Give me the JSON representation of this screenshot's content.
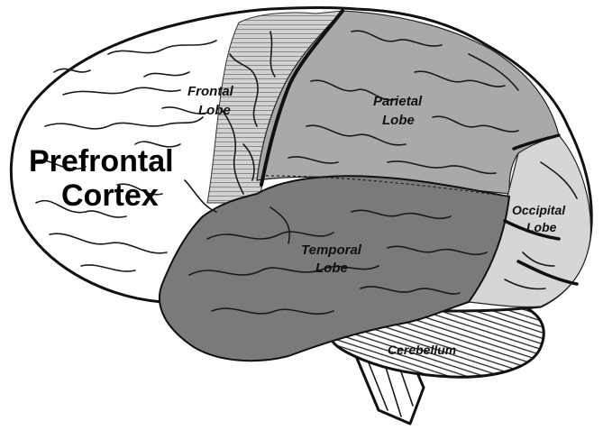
{
  "labels": {
    "prefrontal_line1": "Prefrontal",
    "prefrontal_line2": "Cortex",
    "frontal_line1": "Frontal",
    "frontal_line2": "Lobe",
    "parietal_line1": "Parietal",
    "parietal_line2": "Lobe",
    "occipital_line1": "Occipital",
    "occipital_line2": "Lobe",
    "temporal_line1": "Temporal",
    "temporal_line2": "Lobe",
    "cerebellum": "Cerebellum"
  },
  "colors": {
    "prefrontal": "#ffffff",
    "frontal_hatch": "#cfcfcf",
    "parietal": "#a9a9a9",
    "occipital": "#d6d6d6",
    "temporal": "#7a7a7a",
    "cerebellum": "#ffffff",
    "outline": "#111111"
  }
}
